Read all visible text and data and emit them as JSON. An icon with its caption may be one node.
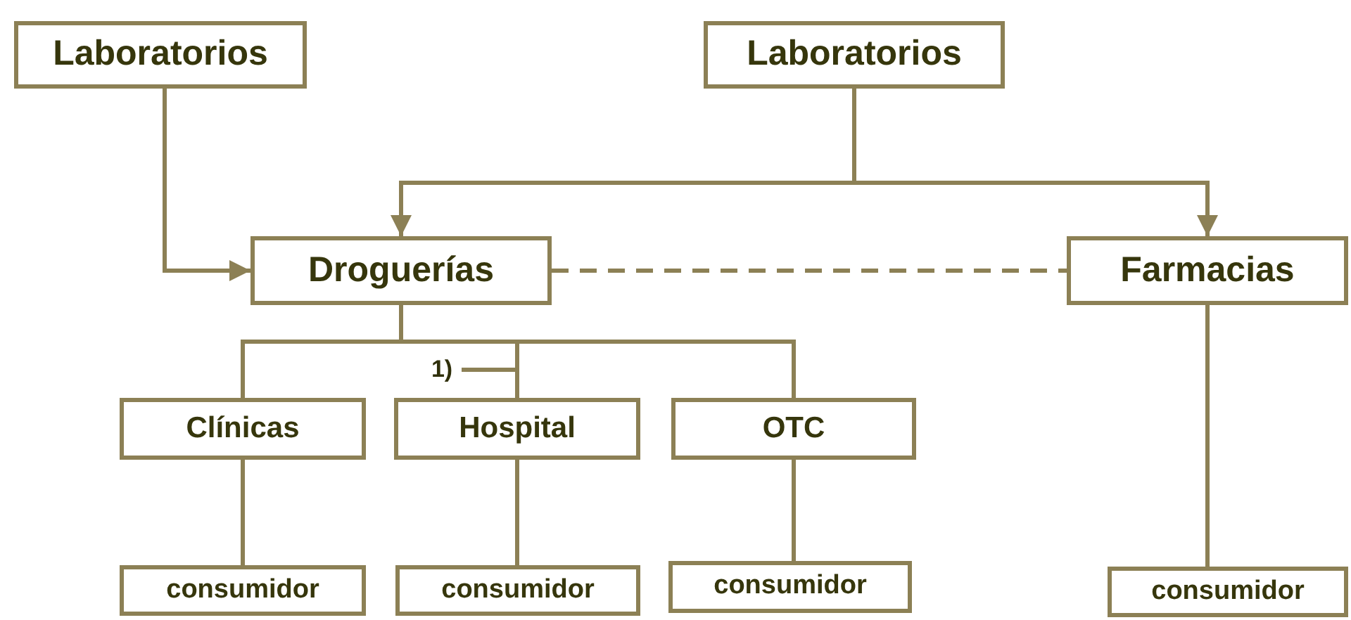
{
  "diagram": {
    "nodes": [
      {
        "text": [
          "Laboratorios"
        ]
      },
      {
        "text": [
          "Laboratorios"
        ]
      },
      {
        "text": [
          "Droguerías"
        ]
      },
      {
        "text": [
          "Farmacias"
        ]
      },
      {
        "text": [
          "Clínicas"
        ]
      },
      {
        "text": [
          "Hospital"
        ]
      },
      {
        "text": [
          "OTC"
        ]
      },
      {
        "text": [
          "consumidor"
        ]
      },
      {
        "text": [
          "consumidor"
        ]
      },
      {
        "text": [
          "consumidor"
        ]
      },
      {
        "text": [
          "consumidor"
        ]
      },
      {
        "text": [
          "1)"
        ]
      }
    ],
    "edges": [
      {
        "from": 0,
        "to": 2,
        "arrow": "to"
      },
      {
        "from": 1,
        "to": 2,
        "arrow": "to"
      },
      {
        "from": 1,
        "to": 3,
        "arrow": "to"
      },
      {
        "from": 2,
        "to": 3,
        "arrow": "none",
        "style": "dashed"
      },
      {
        "from": 2,
        "to": 4,
        "arrow": "none"
      },
      {
        "from": 2,
        "to": 5,
        "arrow": "none"
      },
      {
        "from": 2,
        "to": 6,
        "arrow": "none"
      },
      {
        "from": 4,
        "to": 7,
        "arrow": "none"
      },
      {
        "from": 5,
        "to": 8,
        "arrow": "none"
      },
      {
        "from": 6,
        "to": 9,
        "arrow": "none"
      },
      {
        "from": 3,
        "to": 10,
        "arrow": "none"
      },
      {
        "from": 11,
        "to": null,
        "arrow": "none"
      }
    ]
  }
}
